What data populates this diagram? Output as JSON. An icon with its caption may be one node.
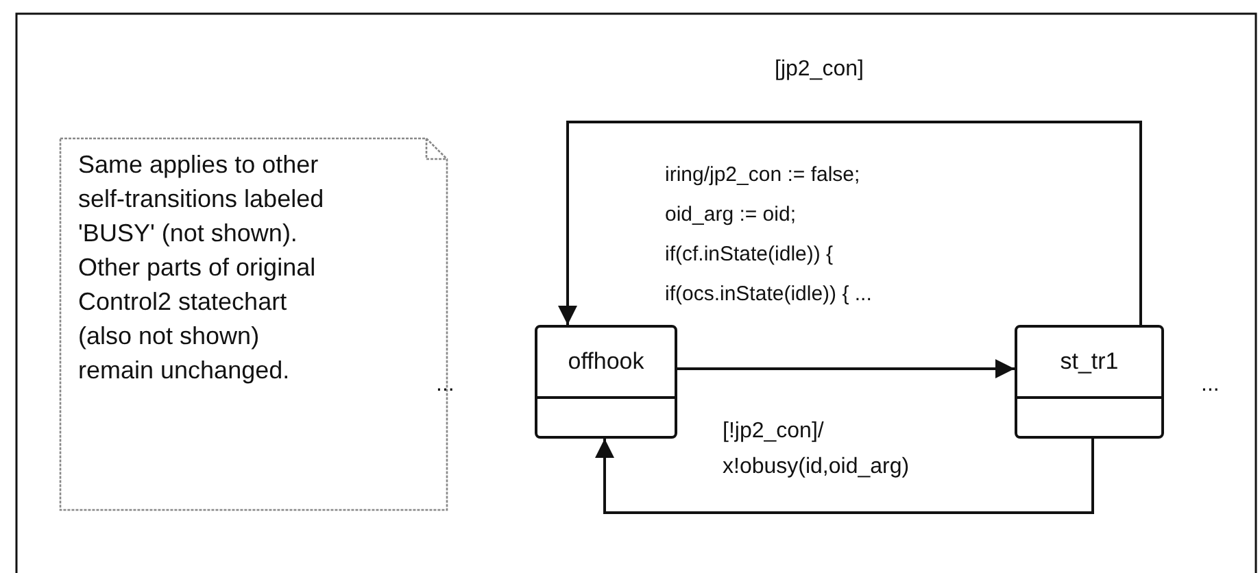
{
  "diagram": {
    "nodes": [
      {
        "text": [
          "Same applies to other self-transitions labeled 'BUSY' (not shown). Other parts of original Control2 statechart (also not shown) remain unchanged."
        ]
      },
      {
        "text": [
          "offhook"
        ]
      },
      {
        "text": [
          "st_tr1"
        ]
      }
    ],
    "edges": [
      {
        "from": 2,
        "to": 1,
        "arrow": "to",
        "label": "[jp2_con]"
      },
      {
        "from": 1,
        "to": 2,
        "arrow": "to",
        "label": "iring/jp2_con := false; oid_arg := oid; if(cf.inState(idle)) { if(ocs.inState(idle)) { ..."
      },
      {
        "from": 2,
        "to": 1,
        "arrow": "to",
        "label": "[!jp2_con]/ x!obusy(id,oid_arg)"
      }
    ],
    "labels": [
      "...",
      "..."
    ]
  }
}
